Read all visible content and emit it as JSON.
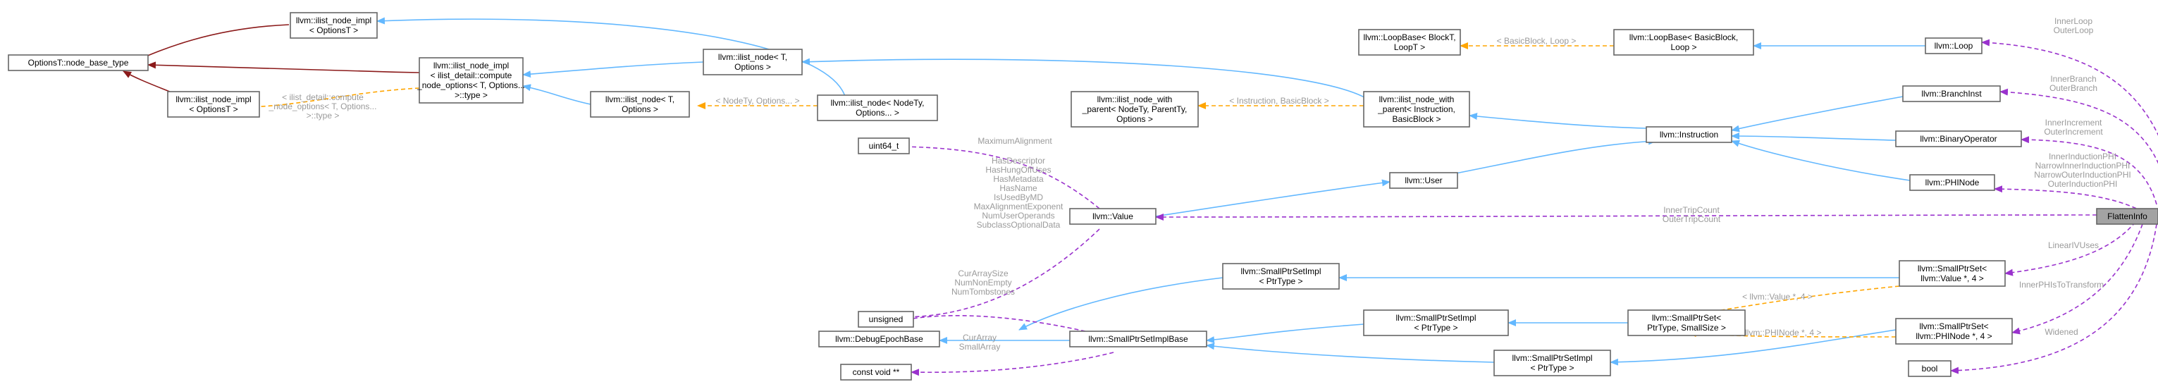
{
  "title": "FlattenInfo",
  "colors": {
    "inheritance": "#63b8ff",
    "private_inheritance": "#8b1a1a",
    "usage": "#9a32cd",
    "template": "#ffa500",
    "label": "#9a9a9a",
    "focus_fill": "#a3a3a3"
  },
  "nodes": {
    "optionsT_node_base_type": [
      "OptionsT::node_base_type"
    ],
    "ilist_node_impl_a": [
      "llvm::ilist_node_impl",
      "< OptionsT >"
    ],
    "ilist_node_impl_b": [
      "llvm::ilist_node_impl",
      "< OptionsT >"
    ],
    "ilist_node_impl_compute": [
      "llvm::ilist_node_impl",
      "< ilist_detail::compute",
      "_node_options< T, Options...",
      ">::type >"
    ],
    "ilist_node_T_a": [
      "llvm::ilist_node< T,",
      "Options >"
    ],
    "ilist_node_T_b": [
      "llvm::ilist_node< T,",
      "Options >"
    ],
    "ilist_node_NodeTy": [
      "llvm::ilist_node< NodeTy,",
      "Options... >"
    ],
    "ilist_node_with_parent_NodeTy": [
      "llvm::ilist_node_with",
      "_parent< NodeTy, ParentTy,",
      "Options >"
    ],
    "ilist_node_with_parent_Instruction": [
      "llvm::ilist_node_with",
      "_parent< Instruction,",
      "BasicBlock >"
    ],
    "LoopBase_BlockT": [
      "llvm::LoopBase< BlockT,",
      "LoopT >"
    ],
    "LoopBase_BasicBlock": [
      "llvm::LoopBase< BasicBlock,",
      "Loop >"
    ],
    "Loop": [
      "llvm::Loop"
    ],
    "BranchInst": [
      "llvm::BranchInst"
    ],
    "BinaryOperator": [
      "llvm::BinaryOperator"
    ],
    "PHINode": [
      "llvm::PHINode"
    ],
    "Instruction": [
      "llvm::Instruction"
    ],
    "User": [
      "llvm::User"
    ],
    "Value": [
      "llvm::Value"
    ],
    "uint64_t": [
      "uint64_t"
    ],
    "unsigned": [
      "unsigned"
    ],
    "DebugEpochBase": [
      "llvm::DebugEpochBase"
    ],
    "const_void": [
      "const void **"
    ],
    "SmallPtrSetImplBase": [
      "llvm::SmallPtrSetImplBase"
    ],
    "SmallPtrSetImpl_a": [
      "llvm::SmallPtrSetImpl",
      "< PtrType >"
    ],
    "SmallPtrSetImpl_b": [
      "llvm::SmallPtrSetImpl",
      "< PtrType >"
    ],
    "SmallPtrSetImpl_c": [
      "llvm::SmallPtrSetImpl",
      "< PtrType >"
    ],
    "SmallPtrSet_PtrType": [
      "llvm::SmallPtrSet<",
      "PtrType, SmallSize >"
    ],
    "SmallPtrSet_Value": [
      "llvm::SmallPtrSet<",
      "llvm::Value *, 4 >"
    ],
    "SmallPtrSet_PHINode": [
      "llvm::SmallPtrSet<",
      "llvm::PHINode *, 4 >"
    ],
    "bool": [
      "bool"
    ],
    "FlattenInfo": [
      "FlattenInfo"
    ]
  },
  "edge_labels": {
    "compute_options": [
      "< ilist_detail::compute",
      "_node_options< T, Options...",
      ">::type >"
    ],
    "nodety_options": [
      "< NodeTy, Options... >"
    ],
    "instruction_basicblock": [
      "< Instruction, BasicBlock >"
    ],
    "basicblock_loop": [
      "< BasicBlock, Loop >"
    ],
    "maximum_alignment": [
      "MaximumAlignment"
    ],
    "value_fields": [
      "HasDescriptor",
      "HasHungOffUses",
      "HasMetadata",
      "HasName",
      "IsUsedByMD",
      "MaxAlignmentExponent",
      "NumUserOperands",
      "SubclassOptionalData"
    ],
    "smallptrset_counts": [
      "CurArraySize",
      "NumNonEmpty",
      "NumTombstones"
    ],
    "smallptrset_arrays": [
      "CurArray",
      "SmallArray"
    ],
    "loop_fields": [
      "InnerLoop",
      "OuterLoop"
    ],
    "branch_fields": [
      "InnerBranch",
      "OuterBranch"
    ],
    "increment_fields": [
      "InnerIncrement",
      "OuterIncrement"
    ],
    "phi_fields": [
      "InnerInductionPHI",
      "NarrowInnerInductionPHI",
      "NarrowOuterInductionPHI",
      "OuterInductionPHI"
    ],
    "tripcount_fields": [
      "InnerTripCount",
      "OuterTripCount"
    ],
    "linear_iv": [
      "LinearIVUses"
    ],
    "phis_transform": [
      "InnerPHIsToTransform"
    ],
    "widened": [
      "Widened"
    ],
    "value_ptr_4": [
      "< llvm::Value *, 4 >"
    ],
    "phinode_ptr_4": [
      "< llvm::PHINode *, 4 >"
    ]
  }
}
